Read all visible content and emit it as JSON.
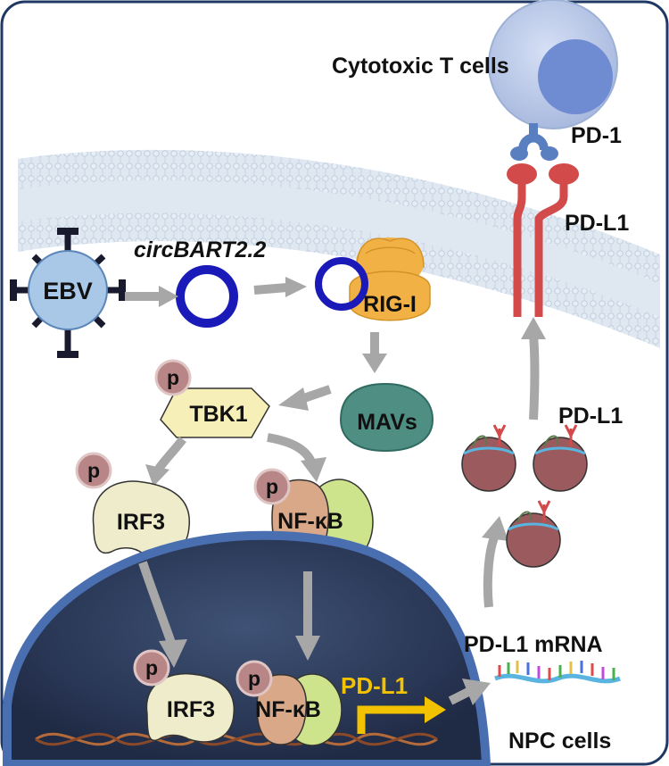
{
  "labels": {
    "cytotoxic_t_cells": "Cytotoxic T cells",
    "pd1": "PD-1",
    "pdl1_membrane": "PD-L1",
    "circbart": "circBART2.2",
    "ebv": "EBV",
    "rigi": "RIG-I",
    "tbk1": "TBK1",
    "mavs": "MAVs",
    "pdl1_vesicles": "PD-L1",
    "irf3_cyto": "IRF3",
    "nfkb_cyto": "NF-κB",
    "pdl1_mrna": "PD-L1 mRNA",
    "irf3_nuc": "IRF3",
    "nfkb_nuc": "NF-κB",
    "pdl1_gene": "PD-L1",
    "npc_cells": "NPC cells",
    "phospho": "p"
  },
  "colors": {
    "border": "#1f3864",
    "membrane": "#c9d8ea",
    "ebv": "#a9c7e6",
    "circ_ring": "#1a1ab8",
    "rigi": "#f2b144",
    "tbk1": "#f6efb8",
    "mavs": "#4f8f83",
    "irf3": "#eeeccb",
    "nfkb_left": "#d8a888",
    "nfkb_right": "#cde38c",
    "pdl1_red": "#d24a4a",
    "pd1_blue": "#5a7fc0",
    "tcell": "#b8c8ea",
    "nucleus": "#2e3d5e",
    "arrow": "#a7a7a7",
    "gene_arrow": "#f2c200",
    "vesicle": "#9a5a5e"
  }
}
